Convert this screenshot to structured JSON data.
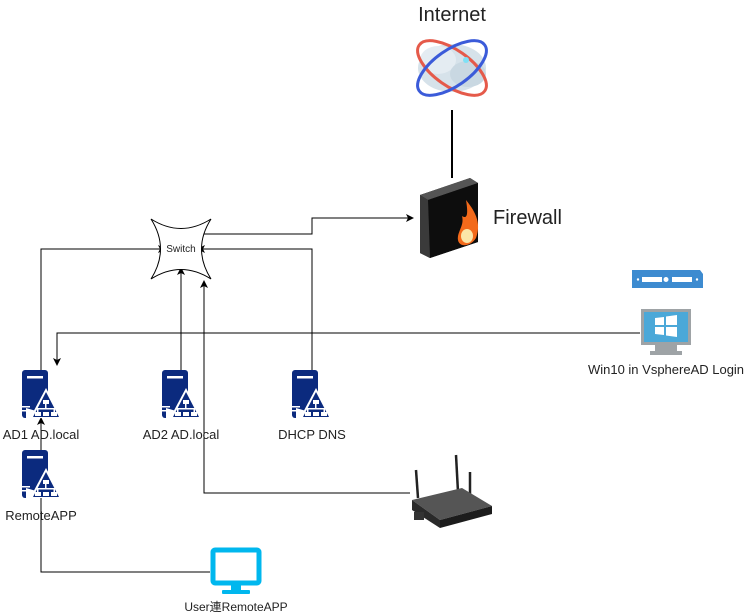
{
  "nodes": {
    "internet": {
      "label": "Internet",
      "icon": "cloud-icon"
    },
    "firewall": {
      "label": "Firewall",
      "icon": "firewall-icon"
    },
    "switch": {
      "label": "Switch",
      "icon": "switch-icon"
    },
    "ad1": {
      "label": "AD1 AD.local",
      "icon": "server-icon"
    },
    "ad2": {
      "label": "AD2 AD.local",
      "icon": "server-icon"
    },
    "dhcp": {
      "label": "DHCP DNS",
      "icon": "server-icon"
    },
    "remoteapp": {
      "label": "RemoteAPP",
      "icon": "server-icon"
    },
    "win10": {
      "label": "Win10 in VsphereAD Login",
      "icon": "windows-monitor-icon"
    },
    "vsphere": {
      "icon": "rack-server-icon"
    },
    "router": {
      "icon": "wireless-router-icon"
    },
    "user": {
      "label": "User連RemoteAPP",
      "icon": "monitor-icon"
    }
  },
  "edges": [
    {
      "from": "internet",
      "to": "firewall"
    },
    {
      "from": "switch",
      "to": "firewall"
    },
    {
      "from": "ad1",
      "to": "switch"
    },
    {
      "from": "ad2",
      "to": "switch"
    },
    {
      "from": "dhcp",
      "to": "switch"
    },
    {
      "from": "router",
      "to": "switch"
    },
    {
      "from": "win10",
      "to": "ad1"
    },
    {
      "from": "user",
      "to": "ad1"
    }
  ],
  "colors": {
    "server": "#0B2A7E",
    "user_monitor": "#00B7EE",
    "win_monitor_screen": "#4BA8D8",
    "rack": "#3D8BD0",
    "line": "#000000"
  }
}
